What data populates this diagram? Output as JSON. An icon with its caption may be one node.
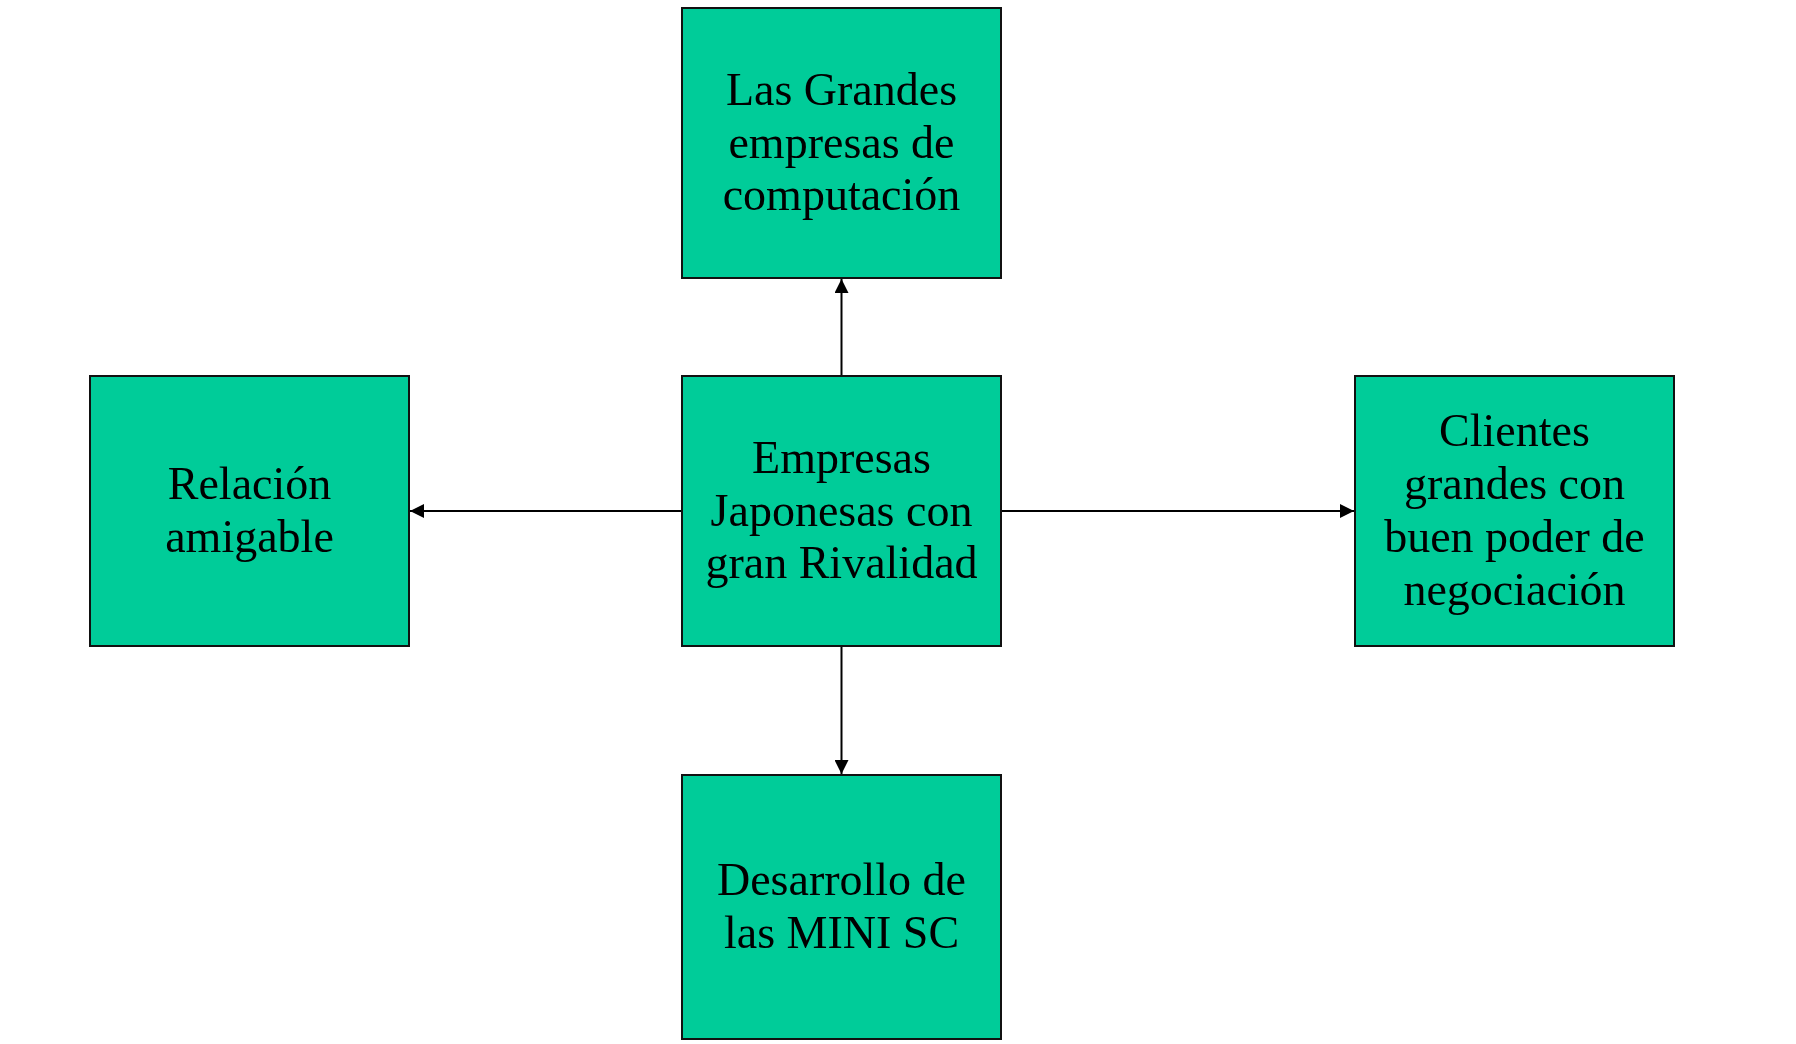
{
  "diagram": {
    "nodes": [
      {
        "text": [
          "Empresas Japonesas con gran Rivalidad"
        ]
      },
      {
        "text": [
          "Las Grandes empresas de computación"
        ]
      },
      {
        "text": [
          "Relación amigable"
        ]
      },
      {
        "text": [
          "Clientes grandes con buen poder de negociación"
        ]
      },
      {
        "text": [
          "Desarrollo de las MINI SC"
        ]
      }
    ],
    "edges": [
      {
        "from": 0,
        "to": 1,
        "arrow": "to"
      },
      {
        "from": 0,
        "to": 2,
        "arrow": "to"
      },
      {
        "from": 0,
        "to": 3,
        "arrow": "to"
      },
      {
        "from": 0,
        "to": 4,
        "arrow": "to"
      }
    ]
  }
}
